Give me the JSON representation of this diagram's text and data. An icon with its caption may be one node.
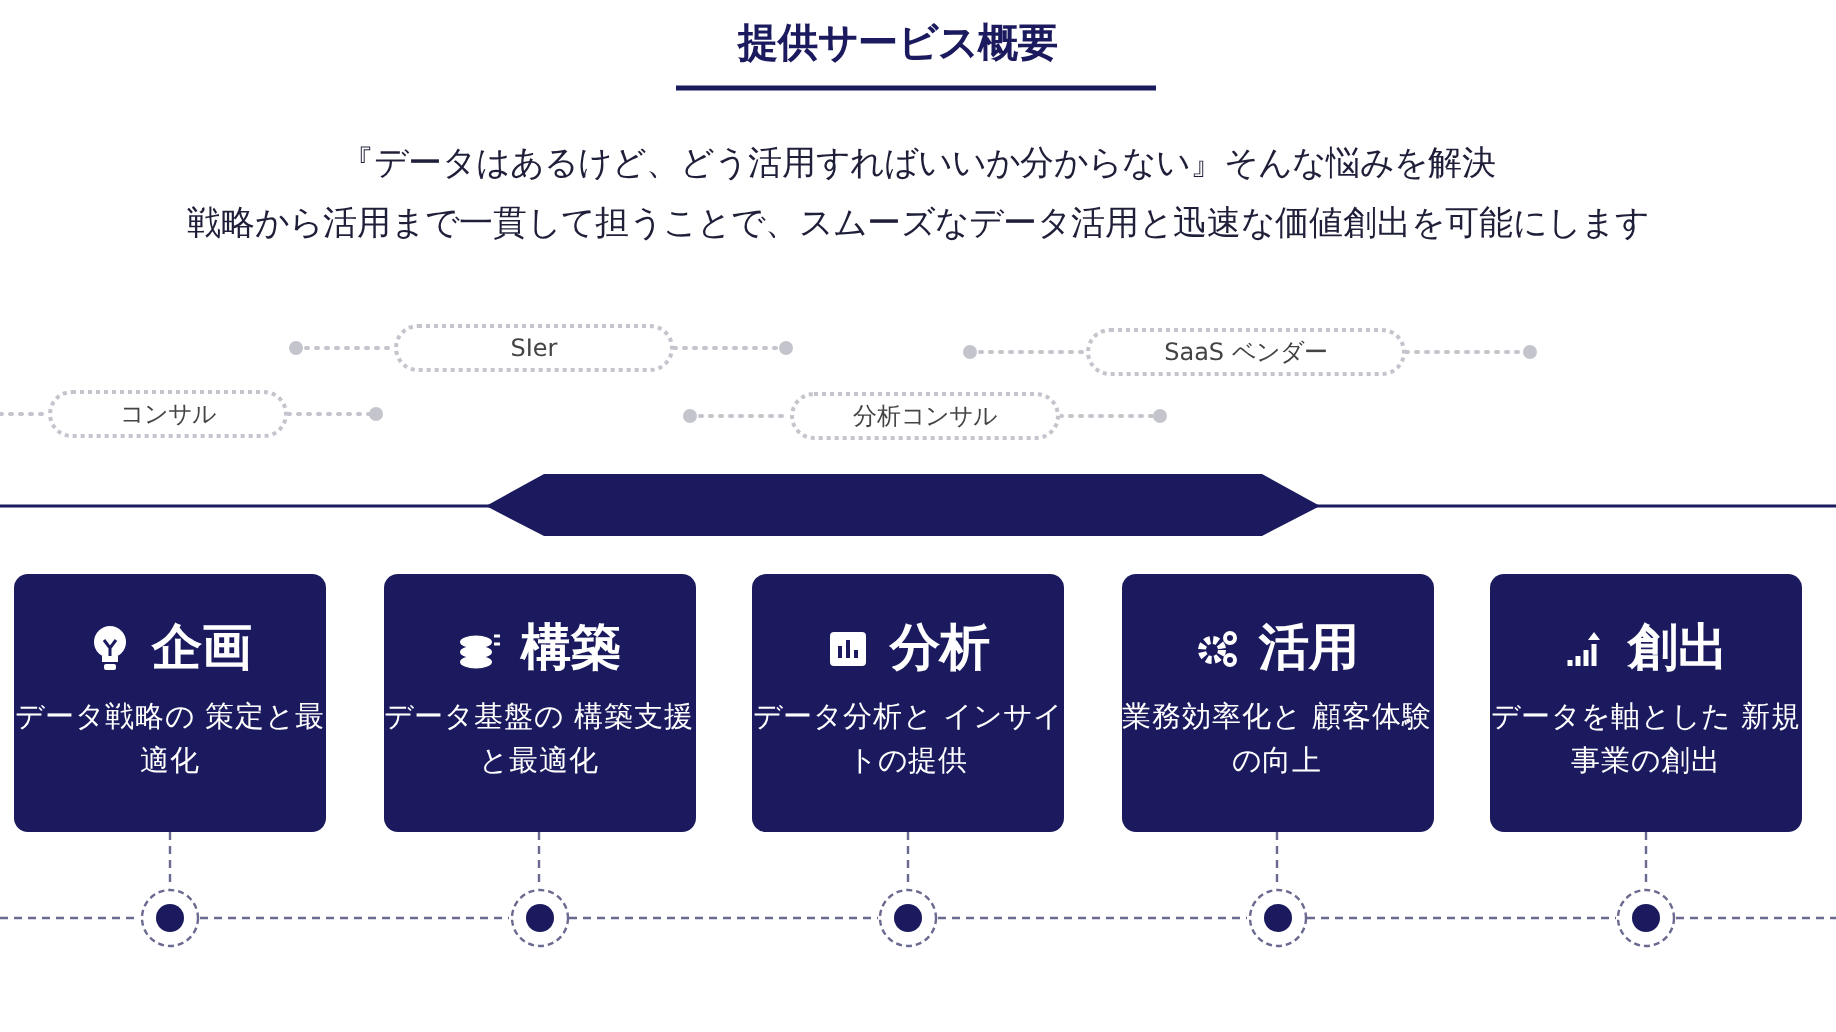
{
  "diagram": {
    "title": "提供サービス概要",
    "nodes": [
      {
        "text": [
          "SIer"
        ]
      },
      {
        "text": [
          "SaaS ベンダー"
        ]
      },
      {
        "text": [
          "コンサル"
        ]
      },
      {
        "text": [
          "分析コンサル"
        ]
      },
      {
        "text": [
          "企画",
          "データ戦略の 策定と最適化"
        ]
      },
      {
        "text": [
          "構築",
          "データ基盤の 構築支援と最適化"
        ]
      },
      {
        "text": [
          "分析",
          "データ分析と インサイトの提供"
        ]
      },
      {
        "text": [
          "活用",
          "業務効率化と 顧客体験の向上"
        ]
      },
      {
        "text": [
          "創出",
          "データを軸とした 新規事業の創出"
        ]
      },
      {
        "text": [],
        "shape": "circle"
      },
      {
        "text": [],
        "shape": "circle"
      },
      {
        "text": [],
        "shape": "circle"
      },
      {
        "text": [],
        "shape": "circle"
      },
      {
        "text": [],
        "shape": "circle"
      }
    ],
    "edges": [
      {
        "from": 4,
        "to": 9,
        "arrow": "none",
        "style": "dashed"
      },
      {
        "from": 5,
        "to": 10,
        "arrow": "none",
        "style": "dashed"
      },
      {
        "from": 6,
        "to": 11,
        "arrow": "none",
        "style": "dashed"
      },
      {
        "from": 7,
        "to": 12,
        "arrow": "none",
        "style": "dashed"
      },
      {
        "from": 8,
        "to": 13,
        "arrow": "none",
        "style": "dashed"
      },
      {
        "from": null,
        "to": 9,
        "arrow": "none",
        "style": "dashed"
      },
      {
        "from": 9,
        "to": 10,
        "arrow": "none",
        "style": "dashed"
      },
      {
        "from": 10,
        "to": 11,
        "arrow": "none",
        "style": "dashed"
      },
      {
        "from": 11,
        "to": 12,
        "arrow": "none",
        "style": "dashed"
      },
      {
        "from": 12,
        "to": 13,
        "arrow": "none",
        "style": "dashed"
      },
      {
        "from": 13,
        "to": null,
        "arrow": "none",
        "style": "dashed"
      }
    ],
    "labels": [
      "『データはあるけど、どう活用すればいいか分からない』そんな悩みを解決",
      "戦略から活用まで一貫して担うことで、スムーズなデータ活用と迅速な価値創出を可能にします"
    ]
  }
}
